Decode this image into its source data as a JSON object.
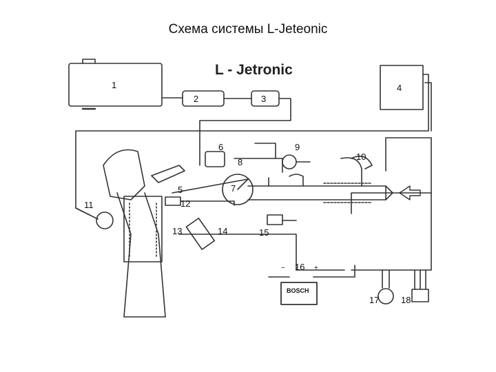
{
  "slide": {
    "title": "Схема системы L-Jeteonic"
  },
  "diagram": {
    "title": "L - Jetronic",
    "labels": {
      "c1": "1",
      "c2": "2",
      "c3": "3",
      "c4": "4",
      "c5": "5",
      "c6": "6",
      "c7": "7",
      "c8": "8",
      "c9": "9",
      "c10": "10",
      "c11": "11",
      "c12": "12",
      "c13": "13",
      "c14": "14",
      "c15": "15",
      "c16": "16",
      "c17": "17",
      "c18": "18"
    },
    "battery": {
      "brand": "BOSCH",
      "minus": "−",
      "plus": "+"
    }
  }
}
